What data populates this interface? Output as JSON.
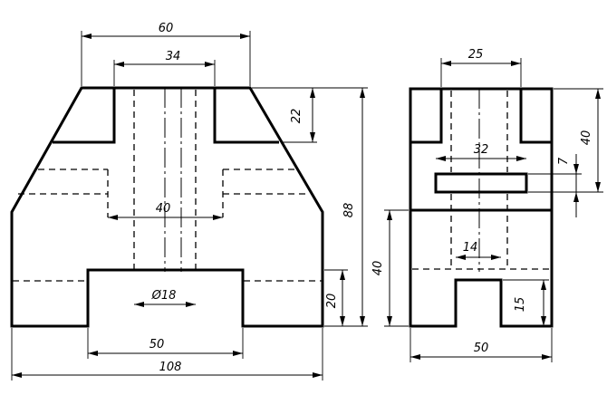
{
  "front_view": {
    "dims": {
      "width_top": "60",
      "slot_top": "34",
      "height_notch": "22",
      "height_total": "88",
      "hole_span": "40",
      "bore_diameter": "Ø18",
      "base_cut_width": "50",
      "base_height": "20",
      "total_width": "108"
    }
  },
  "side_view": {
    "dims": {
      "slot_width": "25",
      "hole_width": "32",
      "hole_height": "7",
      "height_upper": "40",
      "height_lower": "40",
      "slot_bottom": "14",
      "slot_depth": "15",
      "base_width": "50"
    }
  }
}
